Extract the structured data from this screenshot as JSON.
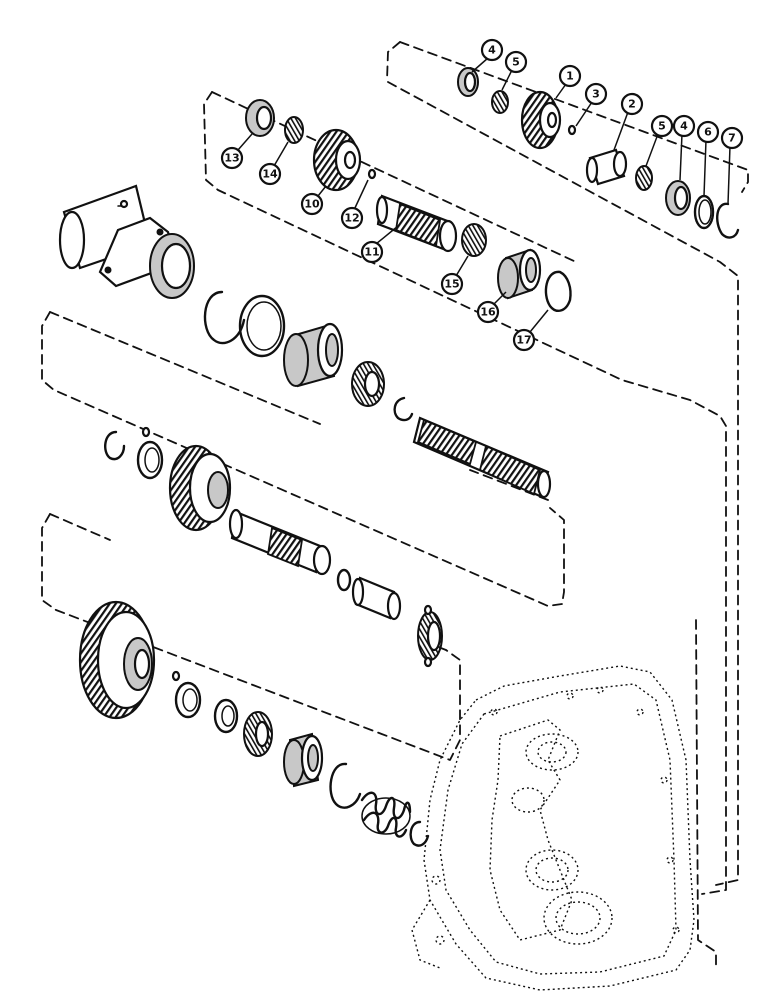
{
  "callouts": [
    {
      "id": "c1",
      "label": "1"
    },
    {
      "id": "c2",
      "label": "2"
    },
    {
      "id": "c3",
      "label": "3"
    },
    {
      "id": "c4a",
      "label": "4"
    },
    {
      "id": "c4b",
      "label": "4"
    },
    {
      "id": "c5a",
      "label": "5"
    },
    {
      "id": "c5b",
      "label": "5"
    },
    {
      "id": "c6",
      "label": "6"
    },
    {
      "id": "c7",
      "label": "7"
    },
    {
      "id": "c10",
      "label": "10"
    },
    {
      "id": "c11",
      "label": "11"
    },
    {
      "id": "c12",
      "label": "12"
    },
    {
      "id": "c13",
      "label": "13"
    },
    {
      "id": "c14",
      "label": "14"
    },
    {
      "id": "c15",
      "label": "15"
    },
    {
      "id": "c16",
      "label": "16"
    },
    {
      "id": "c17",
      "label": "17"
    }
  ],
  "colors": {
    "ink": "#111111",
    "paper": "#ffffff",
    "shade": "#c8c8c8"
  }
}
